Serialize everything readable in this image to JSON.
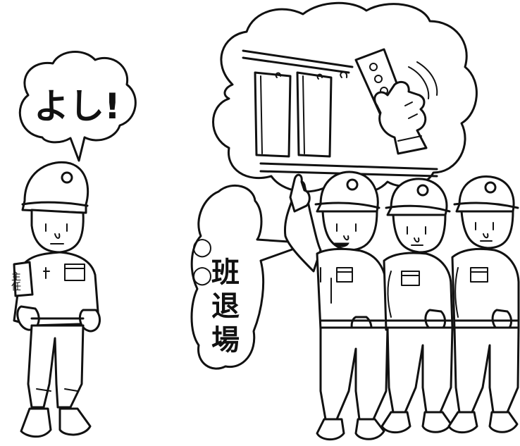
{
  "leader_bubble": {
    "text": "よし!"
  },
  "worker_bubble": {
    "marks": "○○",
    "line1": "班",
    "line2": "退",
    "line3": "場"
  },
  "armband": {
    "text": "主任"
  },
  "colors": {
    "ink": "#111111",
    "paper": "#ffffff"
  }
}
